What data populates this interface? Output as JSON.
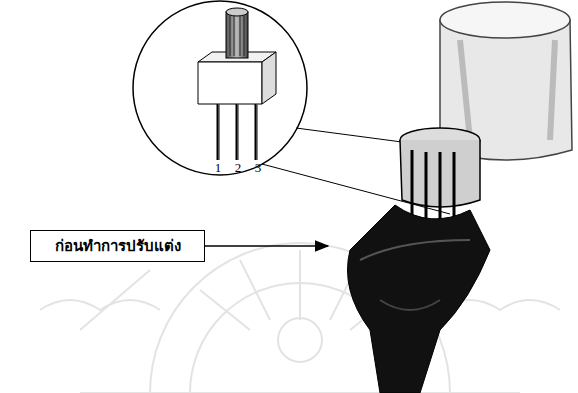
{
  "diagram": {
    "nodes": [
      {
        "text": [
          "ก่อนทำการปรับแต่ง"
        ]
      }
    ],
    "labels": [
      "1",
      "2",
      "3"
    ]
  }
}
